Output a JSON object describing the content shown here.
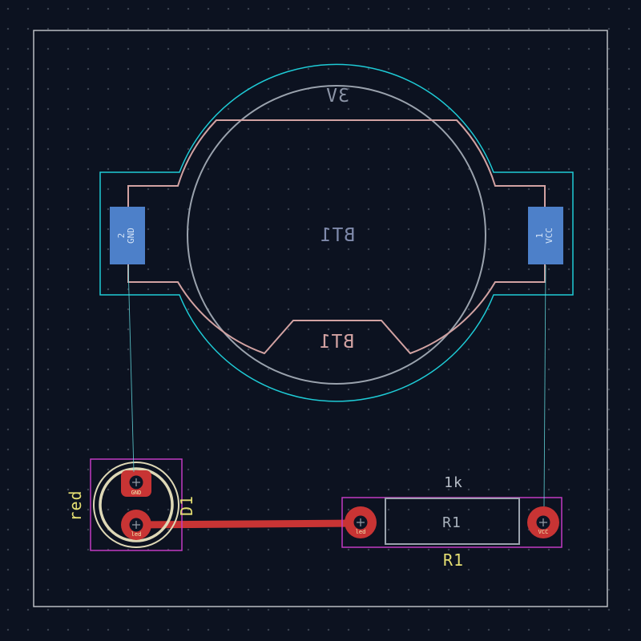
{
  "editor": {
    "name": "pcb-layout-canvas"
  },
  "colors": {
    "background": "#0c1220",
    "grid_dots": "#3a4250",
    "board_edge": "#b9bdc2",
    "front_copper": "#c83434",
    "back_copper": "#4d80c9",
    "front_silkscreen": "#e4de72",
    "back_silkscreen": "#d2a2a2",
    "front_courtyard": "#c23ac2",
    "back_courtyard": "#1ecbd6",
    "fab_layer": "#9aa2ad",
    "ratsnest": "#62d8dc"
  },
  "battery": {
    "ref": "BT1",
    "value": "3V",
    "pads": [
      {
        "number": "2",
        "net": "GND"
      },
      {
        "number": "1",
        "net": "VCC"
      }
    ]
  },
  "led": {
    "ref": "D1",
    "value": "red",
    "pads": [
      {
        "net": "GND"
      },
      {
        "net": "led"
      }
    ]
  },
  "resistor": {
    "ref": "R1",
    "value": "1k",
    "pads": [
      {
        "net": "led"
      },
      {
        "net": "VCC"
      }
    ]
  }
}
